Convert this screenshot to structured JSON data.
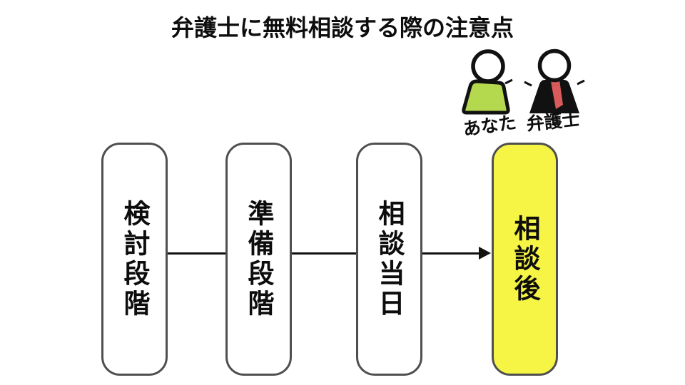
{
  "title": "弁護士に無料相談する際の注意点",
  "legend": {
    "you": {
      "label": "あなた",
      "body_color": "#b5d94e",
      "head_color": "#ffffff",
      "outline_color": "#111111"
    },
    "lawyer": {
      "label": "弁護士",
      "suit_color": "#111111",
      "tie_color": "#d85b5b",
      "head_color": "#ffffff",
      "outline_color": "#111111"
    }
  },
  "flow": {
    "stages": [
      {
        "label": "検討段階",
        "highlighted": false
      },
      {
        "label": "準備段階",
        "highlighted": false
      },
      {
        "label": "相談当日",
        "highlighted": false
      },
      {
        "label": "相談後",
        "highlighted": true
      }
    ],
    "highlight_color": "#f6f545",
    "box_border_color": "#4f4f4f",
    "connector_color": "#111111"
  }
}
